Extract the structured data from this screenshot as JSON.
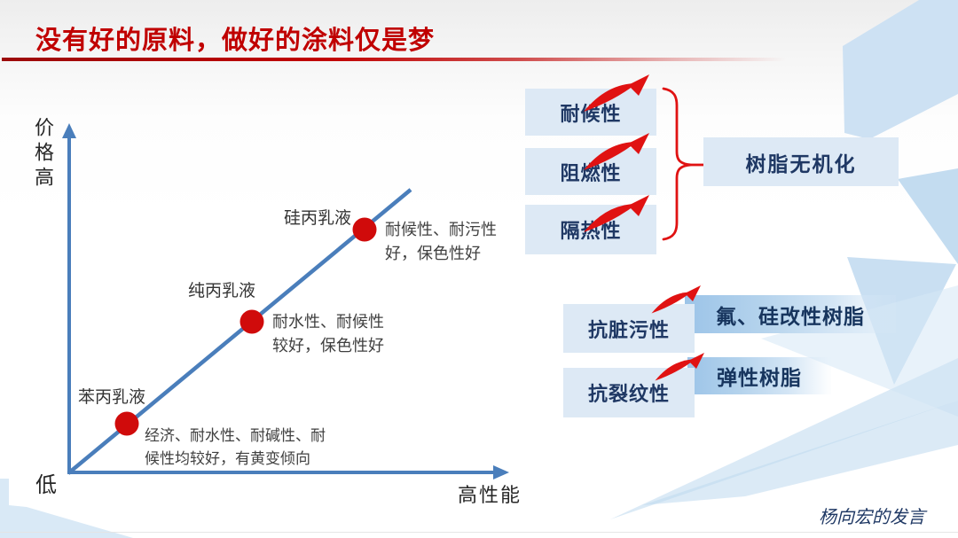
{
  "slide": {
    "title": "没有好的原料，做好的涂料仅是梦",
    "footer": "杨向宏的发言"
  },
  "chart": {
    "type": "qualitative-line",
    "y_axis_label": "价格高",
    "y_axis_low": "低",
    "x_axis_label": "高性能",
    "trend": "价格与性能沿直线同步上升",
    "points": [
      {
        "name": "苯丙乳液",
        "desc": "经济、耐水性、耐碱性、耐\n候性均较好，有黄变倾向",
        "position": "low"
      },
      {
        "name": "纯丙乳液",
        "desc": "耐水性、耐候性\n较好，保色性好",
        "position": "middle"
      },
      {
        "name": "硅丙乳液",
        "desc": "耐候性、耐污性\n好，保色性好",
        "position": "high"
      }
    ]
  },
  "panel": {
    "group1": {
      "items": [
        {
          "label": "耐候性"
        },
        {
          "label": "阻燃性"
        },
        {
          "label": "隔热性"
        }
      ],
      "result": "树脂无机化"
    },
    "group2": [
      {
        "label": "抗脏污性",
        "result": "氟、硅改性树脂"
      },
      {
        "label": "抗裂纹性",
        "result": "弹性树脂"
      }
    ]
  },
  "icons": {
    "up_arrow": "red-swoosh-up-arrow",
    "brace": "red-curly-brace"
  },
  "colors": {
    "title_red": "#c00000",
    "arrow_red": "#e01212",
    "dot_red": "#d00b0b",
    "axis_blue": "#4a7ebb",
    "box_bg": "#dde9f5",
    "box_text": "#1f3864",
    "decor_blue": "#cde1f3"
  }
}
